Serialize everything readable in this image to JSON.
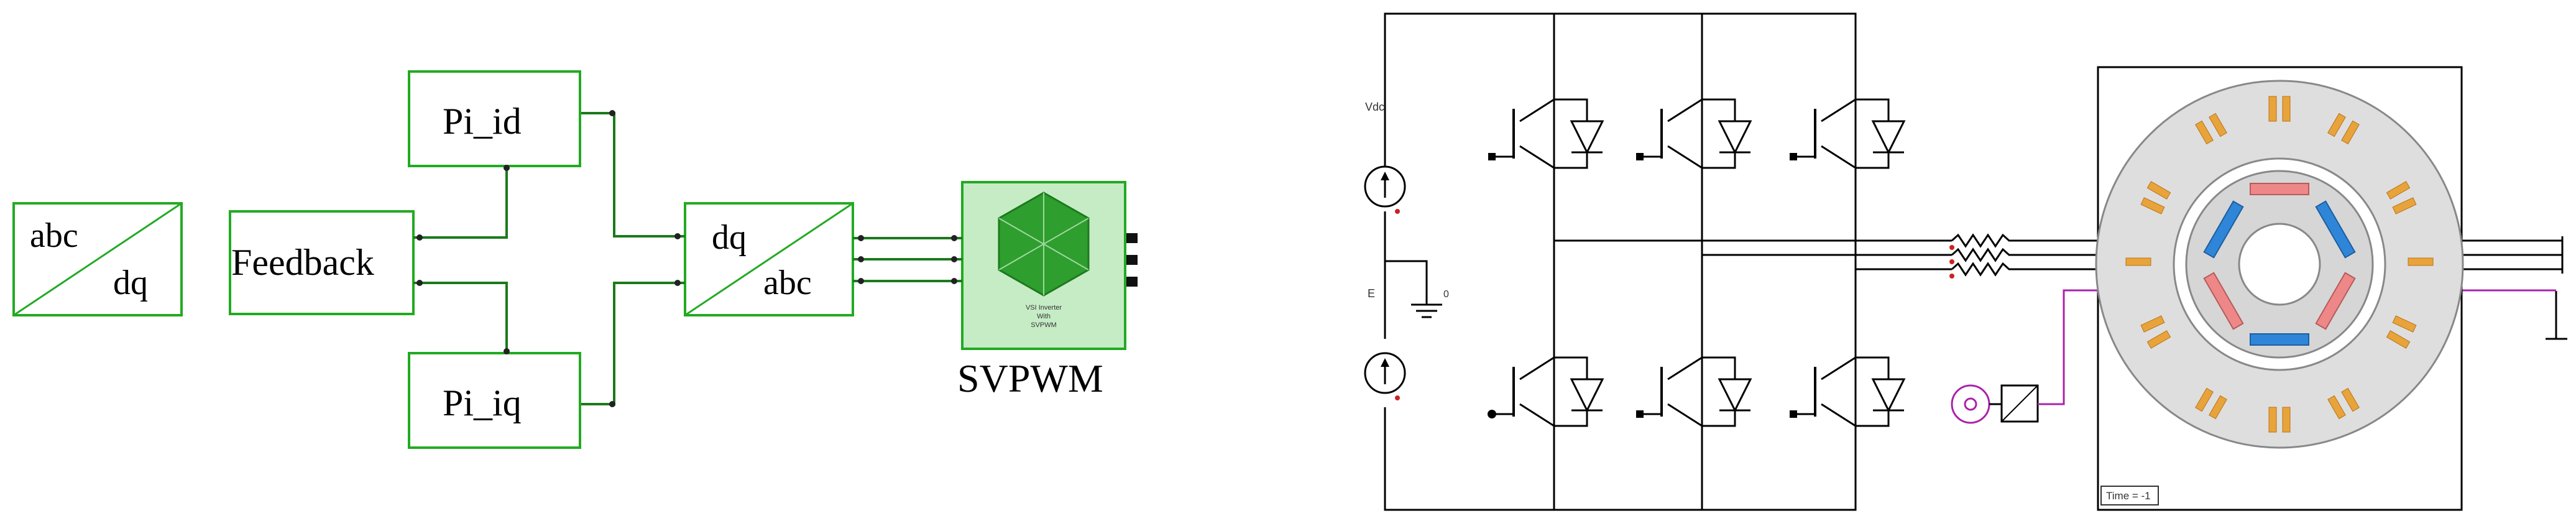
{
  "control_diagram": {
    "abc_dq_block": {
      "top_label": "abc",
      "bottom_label": "dq"
    },
    "feedback_block": {
      "label": "Feedback"
    },
    "pi_id_block": {
      "label": "Pi_id"
    },
    "pi_iq_block": {
      "label": "Pi_iq"
    },
    "dq_abc_block": {
      "top_label": "dq",
      "bottom_label": "abc"
    },
    "svpwm_block": {
      "caption": "SVPWM",
      "inner_text_line1": "VSI Inverter",
      "inner_text_line2": "With",
      "inner_text_line3": "SVPWM"
    },
    "colors": {
      "block_border": "#22aa22",
      "wire": "#1b7a1b",
      "svpwm_fill": "#c6ecc6",
      "hexagon": "#2e9e2e"
    }
  },
  "power_circuit": {
    "vdc_label": "Vdc",
    "e_label": "E",
    "ground_label": "0",
    "time_label": "Time = -1",
    "colors": {
      "wire": "#000000",
      "magenta": "#aa22aa",
      "coil": "#e8a33a",
      "magnet_blue": "#2f86d8",
      "magnet_pink": "#ee8888"
    }
  }
}
